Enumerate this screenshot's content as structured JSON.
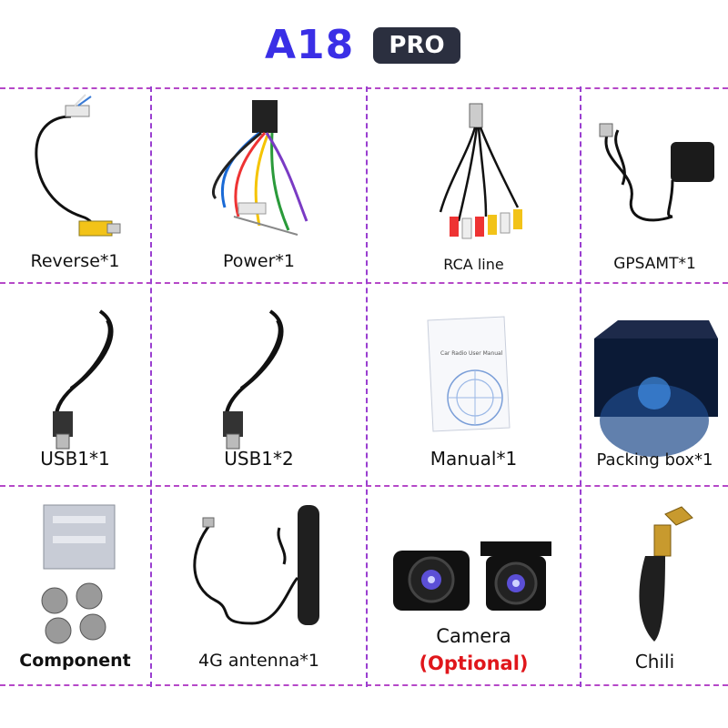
{
  "header": {
    "model": "A18",
    "badge": "PRO"
  },
  "items": [
    {
      "label": "Reverse*1",
      "icon": "reverse-cable-icon"
    },
    {
      "label": "Power*1",
      "icon": "power-harness-icon"
    },
    {
      "label": "RCA line",
      "icon": "rca-cable-icon"
    },
    {
      "label": "GPSAMT*1",
      "icon": "gps-antenna-icon"
    },
    {
      "label": "USB1*1",
      "icon": "usb-cable-icon"
    },
    {
      "label": "USB1*2",
      "icon": "usb-cable-icon"
    },
    {
      "label": "Manual*1",
      "icon": "manual-booklet-icon"
    },
    {
      "label": "Packing box*1",
      "icon": "packing-box-icon"
    },
    {
      "label": "Component",
      "icon": "bracket-screws-icon"
    },
    {
      "label": "4G antenna*1",
      "icon": "4g-antenna-icon"
    },
    {
      "label": "Camera",
      "note": "(Optional)",
      "icon": "camera-icon"
    },
    {
      "label": "Chili",
      "icon": "chili-antenna-icon"
    }
  ],
  "manual_cover_text": "Car Radio User Manual",
  "colors": {
    "title": "#3a2fe6",
    "badge_bg": "#2b2f3f",
    "grid": "#b548c8",
    "optional": "#e0161b"
  }
}
